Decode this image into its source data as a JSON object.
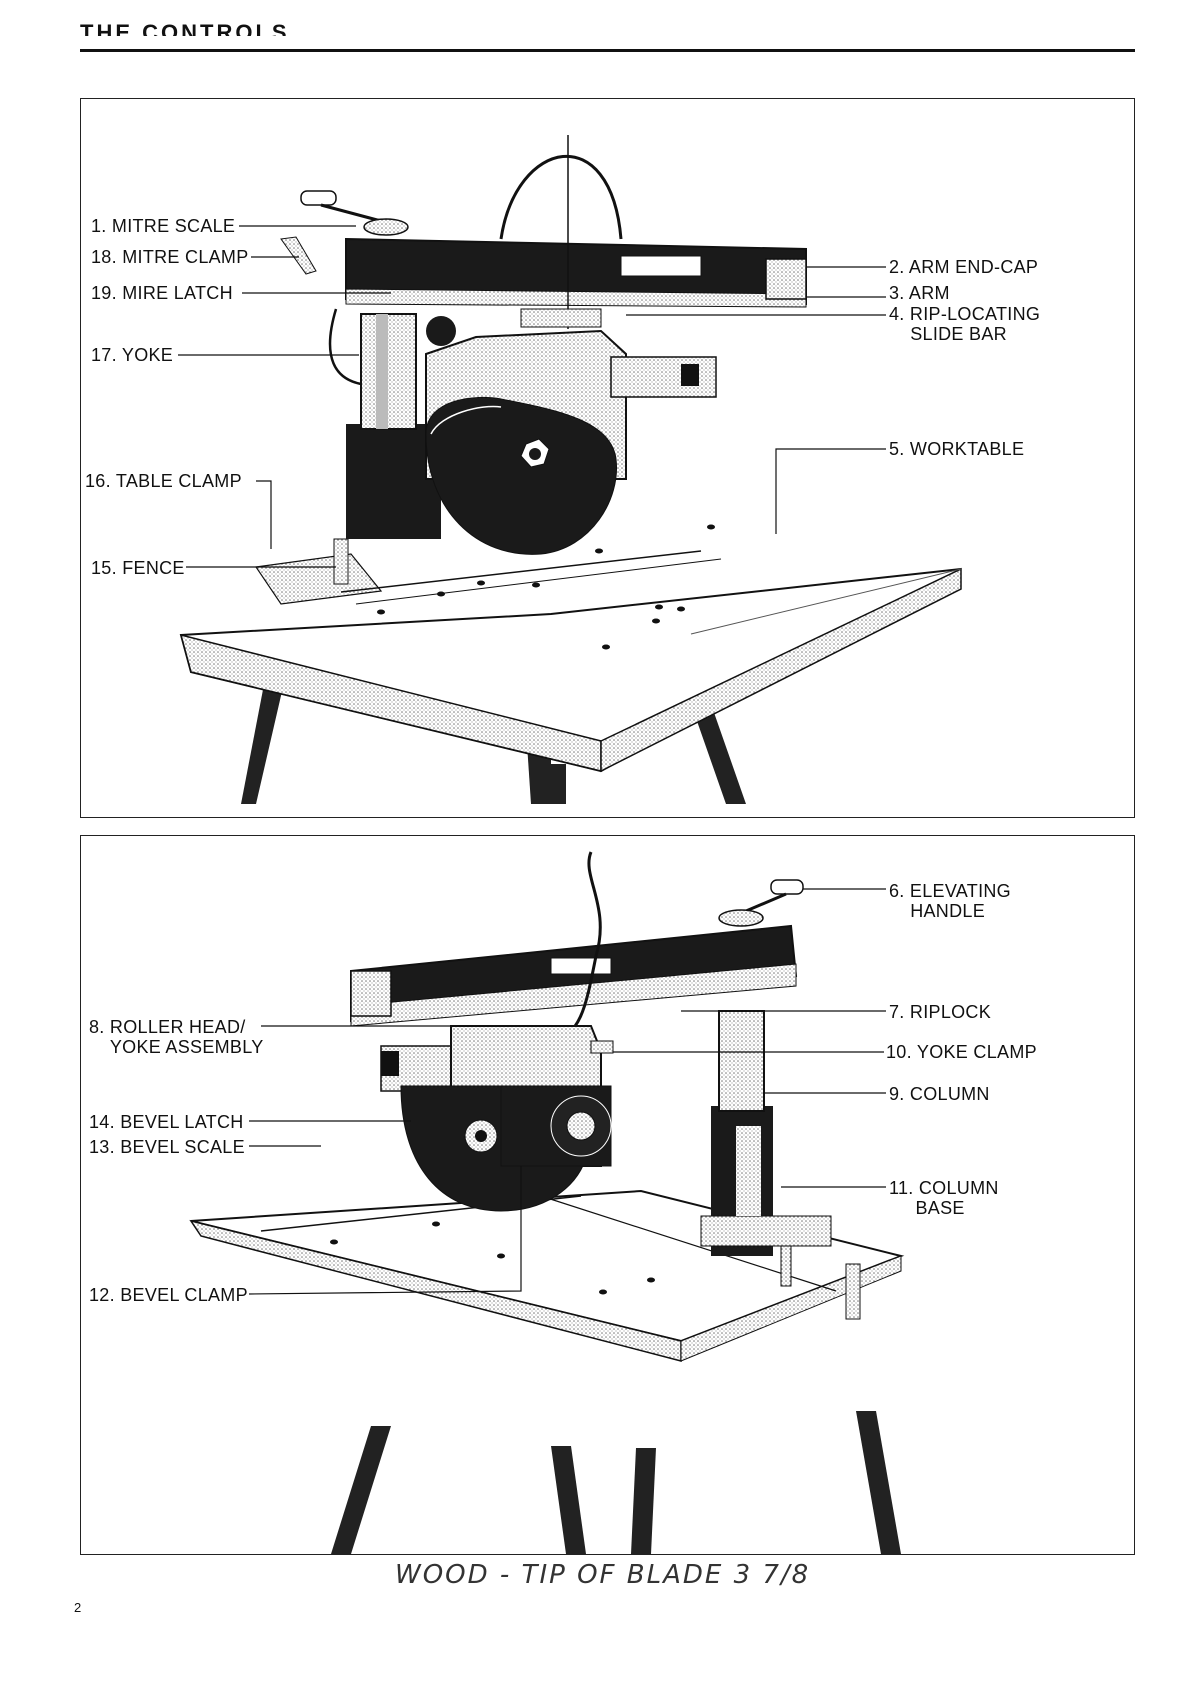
{
  "page": {
    "header_title": "THE CONTROLS",
    "page_number": "2",
    "handwritten_note": "WOOD - TIP OF BLADE 3 7/8"
  },
  "top_panel": {
    "labels": {
      "l1": "1. MITRE SCALE",
      "l18": "18. MITRE CLAMP",
      "l19": "19. MIRE LATCH",
      "l17": "17. YOKE",
      "l16": "16. TABLE CLAMP",
      "l15": "15. FENCE",
      "l2": "2. ARM END-CAP",
      "l3": "3. ARM",
      "l4": "4. RIP-LOCATING\n    SLIDE BAR",
      "l5": "5. WORKTABLE"
    }
  },
  "bottom_panel": {
    "labels": {
      "l6": "6. ELEVATING\n    HANDLE",
      "l7": "7. RIPLOCK",
      "l8": "8. ROLLER HEAD/\n    YOKE ASSEMBLY",
      "l10": "10. YOKE CLAMP",
      "l9": "9. COLUMN",
      "l14": "14. BEVEL LATCH",
      "l13": "13. BEVEL SCALE",
      "l11": "11. COLUMN\n     BASE",
      "l12": "12. BEVEL CLAMP"
    }
  }
}
